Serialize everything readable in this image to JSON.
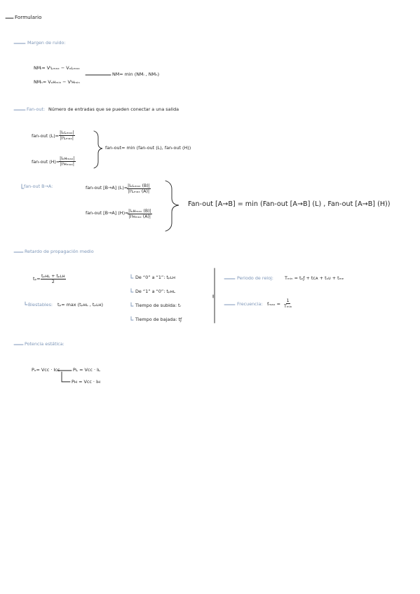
{
  "title": "Formulario",
  "sections": {
    "noise_margin": {
      "heading": "Margen de ruido:",
      "nml": "NMₗ= Vᴵʟₘₐₓ − Vₒʟₘₐₓ",
      "nmh": "NMₕ= Vₒʜₘᵢₙ − Vᴵʜₘᵢₙ",
      "result": "NM= min (NMₗ , NMₕ)"
    },
    "fan_out": {
      "heading": "Fan-out:",
      "desc": "Número de entradas que se pueden conectar a una salida",
      "l_label": "fan-out (L)=",
      "l_num": "|Iₒʟₘₐₓ|",
      "l_den": "|Iᴵʟₘₐₓ|",
      "h_label": "fan-out (H)=",
      "h_num": "|Iₒʜₘₐₓ|",
      "h_den": "|Iᴵʜₘₐₓ|",
      "result": "fan-out= min (fan-out (L), fan-out (H))"
    },
    "fan_out_ab": {
      "heading": "fan-out B→A:",
      "l_label": "fan-out [B→A] (L)=",
      "l_num": "|Iₒʟₘₐₓ (B)|",
      "l_den": "|Iᴵʟₘₐₓ (A)|",
      "h_label": "fan-out [B→A] (H)=",
      "h_num": "|Iₒʜₘₐₓ (B)|",
      "h_den": "|Iᴵʜₘₐₓ (A)|",
      "result": "Fan-out [A→B] = min (Fan-out [A→B] (L) , Fan-out [A→B] (H))"
    },
    "propagation": {
      "heading": "Retardo de propagación medio",
      "tp_label": "tₚ=",
      "tp_num": "tₚʜʟ + tₚʟʜ",
      "tp_den": "2",
      "bistable_label": "Biestables:",
      "bistable_formula": "tₚ= max (tₚʜʟ , tₚʟʜ)",
      "items": [
        "De “0” a “1”: tₚʟʜ",
        "De “1” a “0”: tₚʜʟ",
        "Tiempo de subida: tᵣ",
        "Tiempo de bajada: tƒ"
      ],
      "period_label": "Periodo de reloj:",
      "period_formula": "Tₘᵢₙ = tₚƒ + tᴄᴀ + tₛᴜ + tₘₑ",
      "freq_label": "Frecuencia:",
      "freq_prefix": "fₘₐₓ =",
      "freq_num": "1",
      "freq_den": "Tₘᵢₙ"
    },
    "static_power": {
      "heading": "Potencia estática:",
      "main": "Pₒ= Vᴄᴄ · Iᴄᴄ",
      "low": "Pʟ = Vᴄᴄ · Iʟ",
      "high": "Pʜ = Vᴄᴄ · Iʜ"
    }
  }
}
